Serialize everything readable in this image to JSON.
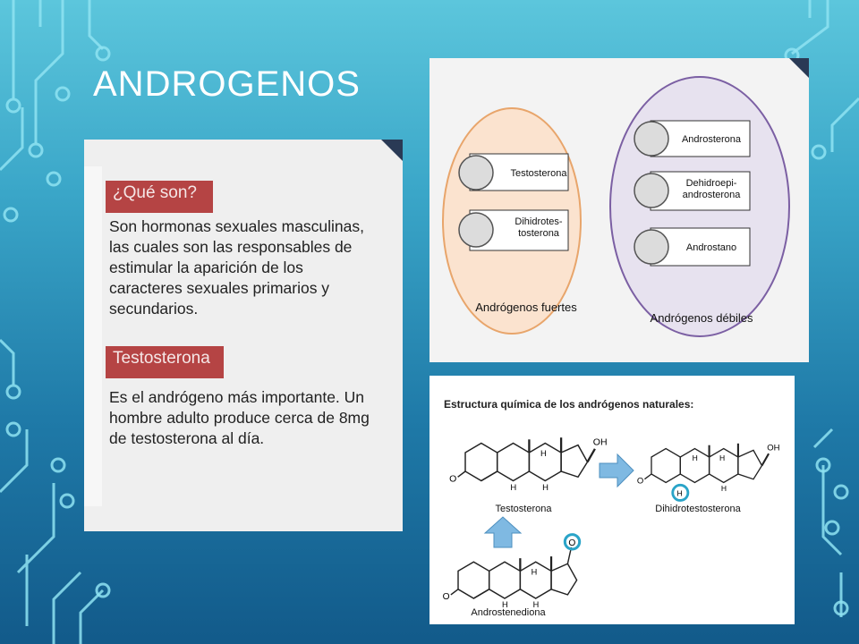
{
  "slide": {
    "title": "ANDROGENOS"
  },
  "left_panel": {
    "heading1": "¿Qué son?",
    "text1": "Son hormonas sexuales masculinas, las cuales son las responsables de estimular la aparición de los caracteres sexuales primarios y secundarios.",
    "heading2": "Testosterona",
    "text2": "Es el andrógeno más importante. Un hombre adulto produce cerca de 8mg de testosterona al día."
  },
  "venn": {
    "strong_label": "Andrógenos fuertes",
    "weak_label": "Andrógenos débiles",
    "strong_items": [
      "Testosterona",
      "Dihidrotes-\ntosterona"
    ],
    "weak_items": [
      "Androsterona",
      "Dehidroepi-\nandrosterona",
      "Androstano"
    ],
    "colors": {
      "strong_fill": "#fbe3cf",
      "strong_stroke": "#e8a56b",
      "weak_fill": "#e7e2ef",
      "weak_stroke": "#7b5fa3"
    }
  },
  "chemistry": {
    "title": "Estructura química de los andrógenos naturales:",
    "molecules": [
      "Testosterona",
      "Dihidrotestosterona",
      "Androstenediona"
    ],
    "atoms": {
      "oh": "OH",
      "h": "H",
      "o": "O"
    },
    "colors": {
      "arrow": "#7fb9e2",
      "highlight": "#2aa4c8"
    }
  }
}
